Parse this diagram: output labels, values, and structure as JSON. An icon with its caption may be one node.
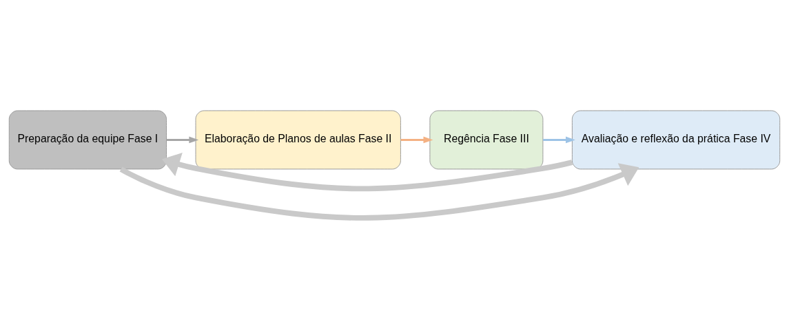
{
  "diagram": {
    "nodes": [
      {
        "text": [
          "Preparação da equipe Fase I"
        ]
      },
      {
        "text": [
          "Elaboração de Planos de aulas Fase II"
        ]
      },
      {
        "text": [
          "Regência Fase III"
        ]
      },
      {
        "text": [
          "Avaliação e reflexão da prática Fase IV"
        ]
      }
    ],
    "edges": [
      {
        "from": 0,
        "to": 1,
        "arrow": "to",
        "color": "#a6a6a6"
      },
      {
        "from": 1,
        "to": 2,
        "arrow": "to",
        "color": "#f4b183"
      },
      {
        "from": 2,
        "to": 3,
        "arrow": "to",
        "color": "#9dc3e6"
      },
      {
        "from": 0,
        "to": 3,
        "arrow": "to",
        "style": "thick",
        "color": "#c9c9c9"
      },
      {
        "from": 3,
        "to": 0,
        "arrow": "to",
        "style": "thick",
        "color": "#c9c9c9"
      }
    ]
  }
}
